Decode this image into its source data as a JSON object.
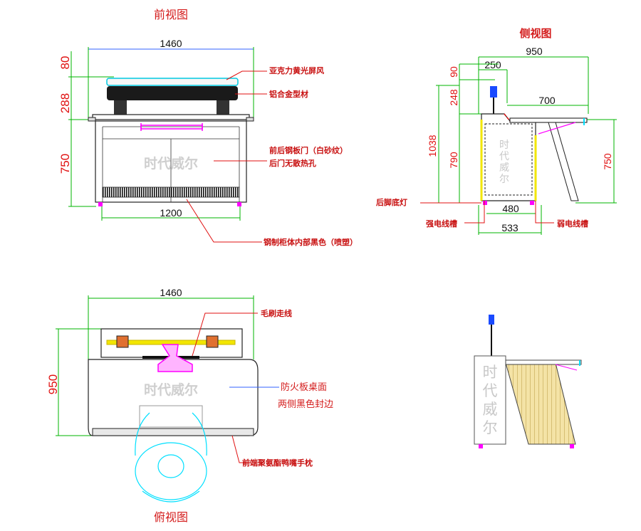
{
  "front_view": {
    "title": "前视图",
    "dims": {
      "width": "1460",
      "inner_width": "1200",
      "h_top": "80",
      "h_screen": "288",
      "h_cabinet": "750"
    },
    "callouts": {
      "acrylic_screen": "亚克力黄光屏风",
      "aluminum_profile": "铝合金型材",
      "steel_door": "前后钢板门（白砂纹）",
      "back_door_holes": "后门无散热孔",
      "cabinet_interior": "钢制柜体内部黑色（喷塑）"
    },
    "watermark": "时代威尔"
  },
  "side_view": {
    "title": "侧视图",
    "dims": {
      "depth": "950",
      "top_depth": "250",
      "shelf": "700",
      "h_top": "90",
      "h_mid": "248",
      "h_total": "1038",
      "h_cabinet": "790",
      "h_right": "750",
      "base_inner": "480",
      "base_outer": "533"
    },
    "callouts": {
      "foot_light": "后脚底灯",
      "strong_slot": "强电线槽",
      "weak_slot": "弱电线槽"
    },
    "watermark": [
      "时",
      "代",
      "威",
      "尔"
    ]
  },
  "top_view": {
    "title": "俯视图",
    "dims": {
      "width": "1460",
      "depth": "950"
    },
    "callouts": {
      "brush_wire": "毛刷走线",
      "fireproof_top": "防火板桌面",
      "edge_seal": "两侧黑色封边",
      "armrest": "前端聚氨酯鸭嘴手枕"
    },
    "watermark": "时代威尔"
  },
  "iso_view": {
    "watermark": [
      "时",
      "代",
      "威",
      "尔"
    ]
  },
  "colors": {
    "dimension": "#e01010",
    "extension": "#00b400",
    "highlight": "#ff00ff",
    "accent_yellow": "#f2e600",
    "accent_cyan": "#00e0ff"
  }
}
